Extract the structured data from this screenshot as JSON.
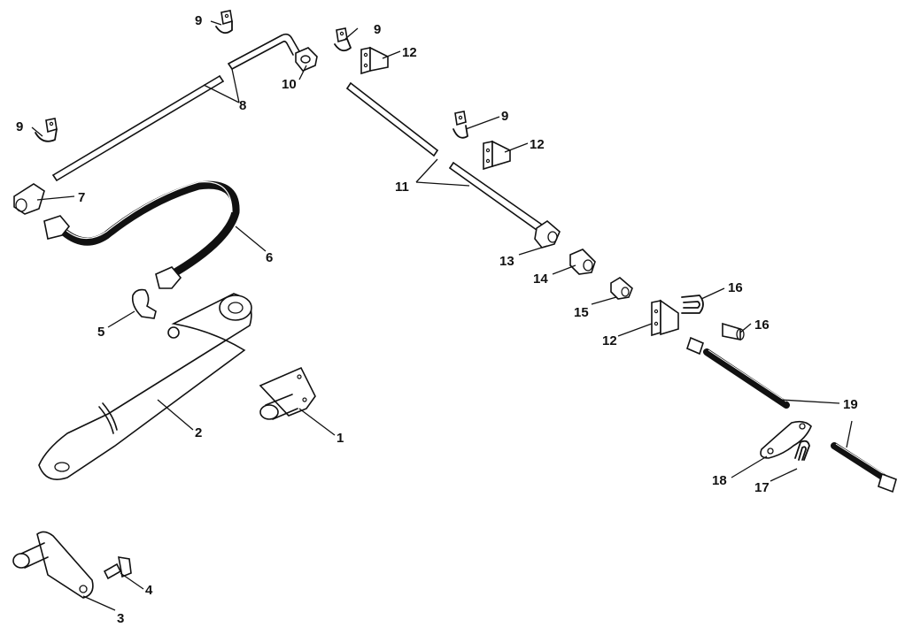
{
  "diagram": {
    "background": "#ffffff",
    "ink": "#111111",
    "callouts": [
      {
        "id": "c-9a",
        "text": "9"
      },
      {
        "id": "c-9b",
        "text": "9"
      },
      {
        "id": "c-9c",
        "text": "9"
      },
      {
        "id": "c-9d",
        "text": "9"
      },
      {
        "id": "c-12a",
        "text": "12"
      },
      {
        "id": "c-12b",
        "text": "12"
      },
      {
        "id": "c-12c",
        "text": "12"
      },
      {
        "id": "c-10",
        "text": "10"
      },
      {
        "id": "c-8",
        "text": "8"
      },
      {
        "id": "c-7",
        "text": "7"
      },
      {
        "id": "c-6",
        "text": "6"
      },
      {
        "id": "c-11",
        "text": "11"
      },
      {
        "id": "c-13",
        "text": "13"
      },
      {
        "id": "c-14",
        "text": "14"
      },
      {
        "id": "c-15",
        "text": "15"
      },
      {
        "id": "c-16a",
        "text": "16"
      },
      {
        "id": "c-16b",
        "text": "16"
      },
      {
        "id": "c-19",
        "text": "19"
      },
      {
        "id": "c-18",
        "text": "18"
      },
      {
        "id": "c-17",
        "text": "17"
      },
      {
        "id": "c-5",
        "text": "5"
      },
      {
        "id": "c-2",
        "text": "2"
      },
      {
        "id": "c-1",
        "text": "1"
      },
      {
        "id": "c-4",
        "text": "4"
      },
      {
        "id": "c-3",
        "text": "3"
      }
    ]
  }
}
